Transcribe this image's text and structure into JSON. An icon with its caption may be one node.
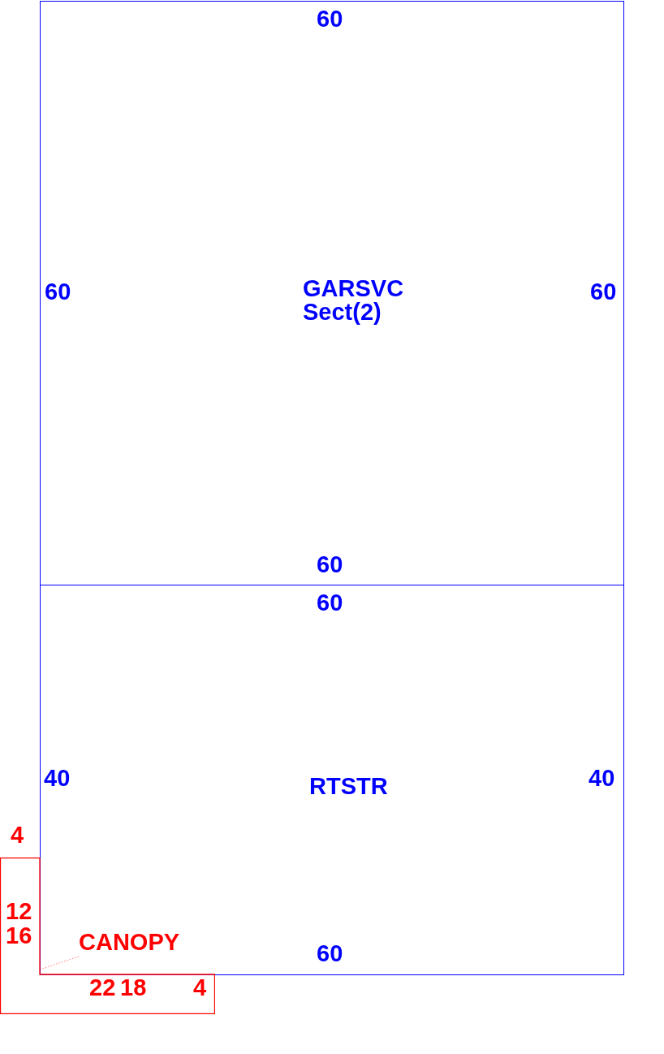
{
  "diagram": {
    "nodes": [
      {
        "text": [
          "GARSVC",
          "Sect(2)"
        ]
      },
      {
        "text": [
          "RTSTR"
        ]
      },
      {
        "text": [],
        "shape": "box"
      },
      {
        "text": [
          "CANOPY"
        ],
        "in": 1
      }
    ],
    "edges": [
      {
        "from": 3,
        "to": 2,
        "arrow": "none",
        "style": "dashed"
      }
    ],
    "labels": [
      "60",
      "60",
      "60",
      "60",
      "60",
      "40",
      "40",
      "4",
      "12",
      "16",
      "60",
      "22",
      "18",
      "4"
    ]
  }
}
